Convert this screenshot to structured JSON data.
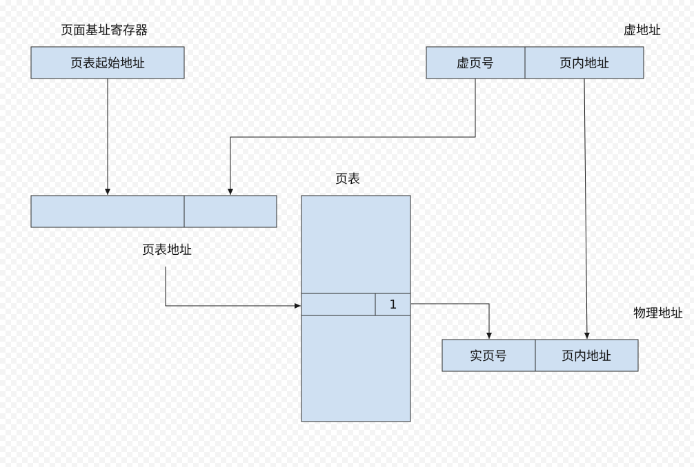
{
  "labels": {
    "base_register": "页面基址寄存器",
    "virtual_address": "虚地址",
    "page_table": "页表",
    "page_table_address": "页表地址",
    "physical_address": "物理地址"
  },
  "boxes": {
    "base_register_cell": "页表起始地址",
    "virtual_page_number": "虚页号",
    "virtual_offset": "页内地址",
    "entry_flag": "1",
    "real_page_number": "实页号",
    "physical_offset": "页内地址"
  },
  "colors": {
    "box_fill": "#cfe0f2",
    "stroke": "#2b2b2b"
  }
}
